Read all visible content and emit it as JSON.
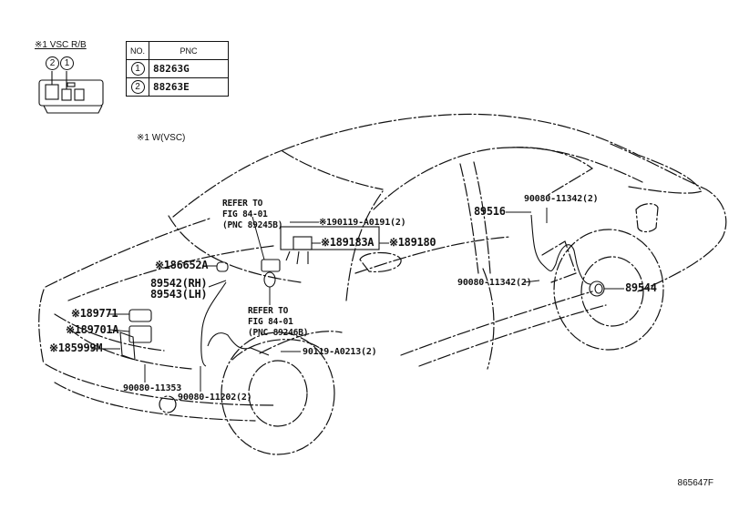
{
  "connector": {
    "title": "※1 VSC R/B",
    "pin_labels": [
      "2",
      "1"
    ]
  },
  "pnc_table": {
    "headers": [
      "NO.",
      "PNC"
    ],
    "rows": [
      {
        "no": "1",
        "pnc": "88263G"
      },
      {
        "no": "2",
        "pnc": "88263E"
      }
    ]
  },
  "note_w_vsc": "※1 W(VSC)",
  "callouts": {
    "ref_245b": "REFER TO\nFIG 84-01\n(PNC 89245B)",
    "ref_246b": "REFER TO\nFIG 84-01\n(PNC 89246B)",
    "p_90119_a0191": "※190119-A0191(2)",
    "p_89183a": "※189183A",
    "p_89180": "※189180",
    "p_86652a": "※186652A",
    "p_89542": "89542(RH)",
    "p_89543": "89543(LH)",
    "p_89771": "※189771",
    "p_89701a": "※189701A",
    "p_85999m": "※185999M",
    "p_90080_11353": "90080-11353",
    "p_90080_11202": "90080-11202(2)",
    "p_90119_a0213": "90119-A0213(2)",
    "p_89516": "89516",
    "p_90080_11342_top": "90080-11342(2)",
    "p_90080_11342_bottom": "90080-11342(2)",
    "p_89544": "89544"
  },
  "figure_number": "865647F"
}
